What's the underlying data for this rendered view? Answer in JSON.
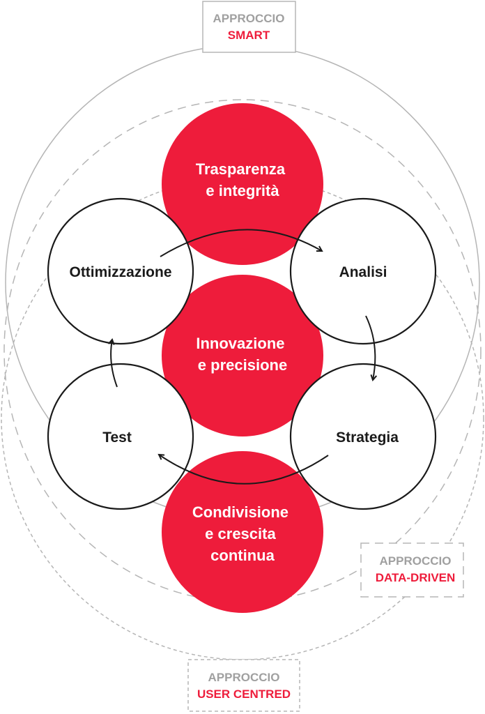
{
  "approaches": {
    "smart": {
      "line1": "APPROCCIO",
      "line2": "SMART"
    },
    "data_driven": {
      "line1": "APPROCCIO",
      "line2": "DATA-DRIVEN"
    },
    "user_centred": {
      "line1": "APPROCCIO",
      "line2": "USER CENTRED"
    }
  },
  "values": {
    "top": {
      "line1": "Trasparenza",
      "line2": "e integrità"
    },
    "center": {
      "line1": "Innovazione",
      "line2": "e precisione"
    },
    "bottom": {
      "line1": "Condivisione",
      "line2": "e crescita",
      "line3": "continua"
    }
  },
  "process": {
    "ottimizzazione": "Ottimizzazione",
    "analisi": "Analisi",
    "strategia": "Strategia",
    "test": "Test"
  },
  "colors": {
    "accent": "#ee1c3b",
    "gray_text": "#a0a0a0",
    "outline": "#1a1a1a",
    "guide_line": "#b5b5b5"
  }
}
